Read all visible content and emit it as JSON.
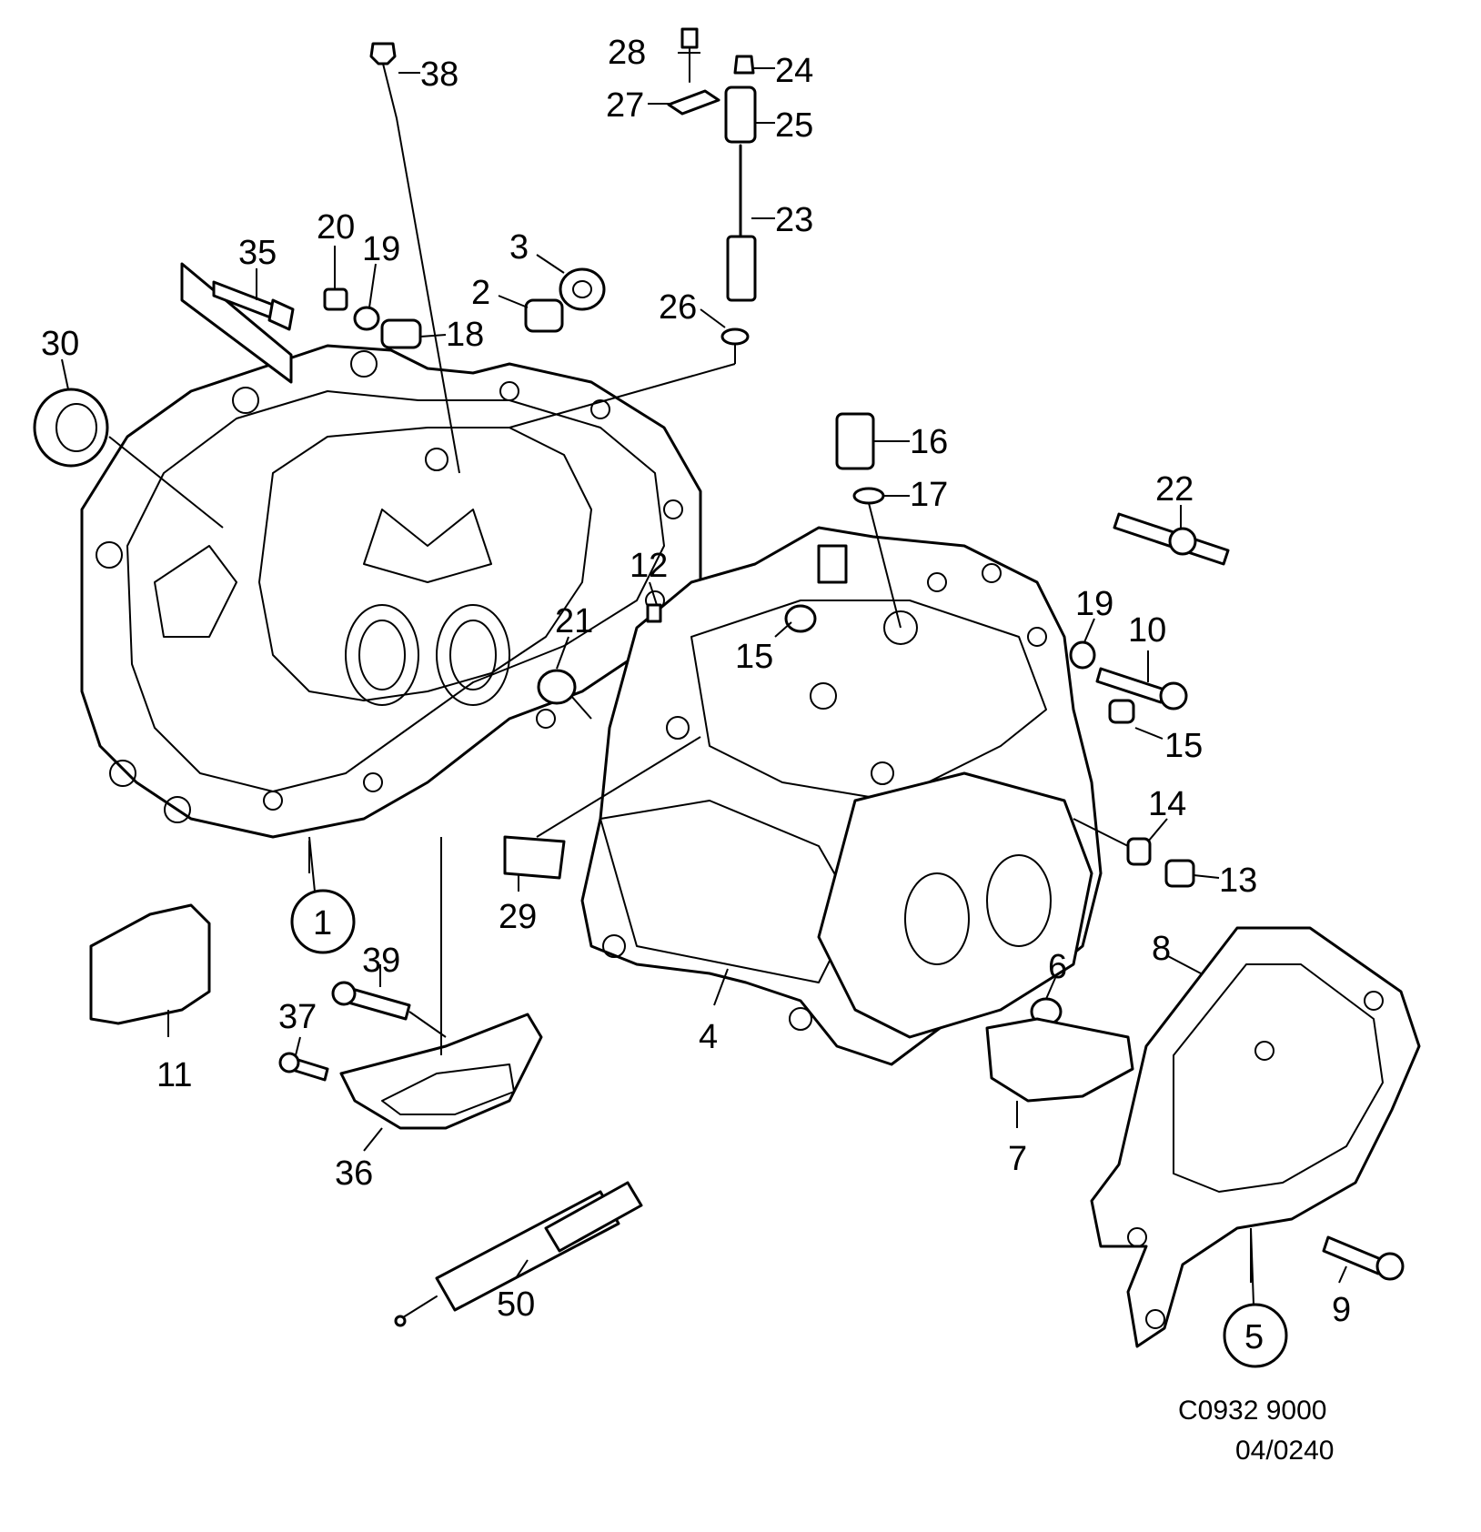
{
  "diagram": {
    "labels": [
      "38",
      "28",
      "24",
      "27",
      "25",
      "23",
      "35",
      "20",
      "19",
      "3",
      "2",
      "18",
      "26",
      "30",
      "16",
      "17",
      "22",
      "12",
      "21",
      "15",
      "19",
      "10",
      "15",
      "14",
      "13",
      "29",
      "1",
      "11",
      "39",
      "37",
      "36",
      "4",
      "6",
      "8",
      "7",
      "50",
      "9",
      "5"
    ],
    "circled": [
      "1",
      "5"
    ],
    "code_line1": "C0932 9000",
    "code_line2": "04/0240"
  }
}
